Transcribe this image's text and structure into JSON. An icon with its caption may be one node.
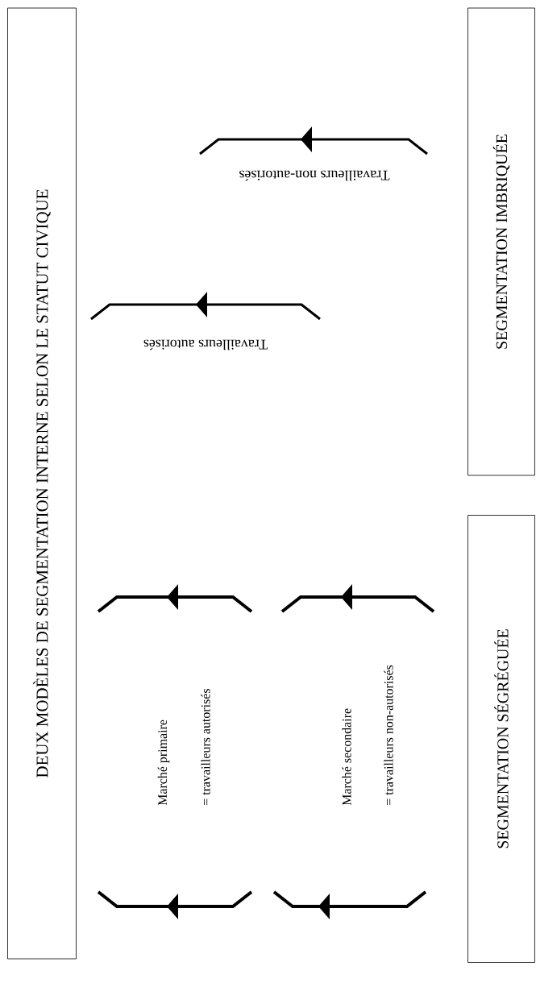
{
  "diagram": {
    "nodes": [
      {
        "text": [
          "DEUX MODÈLES DE SEGMENTATION INTERNE SELON LE STATUT CIVIQUE"
        ]
      },
      {
        "text": [
          "SEGMENTATION SÉGRÉGUÉE"
        ]
      },
      {
        "text": [
          "SEGMENTATION IMBRIQUÉE"
        ]
      }
    ],
    "labels": [
      "Marché primaire",
      "= travailleurs autorisés",
      "Marché secondaire",
      "= travailleurs non-autorisés",
      "Travailleurs autorisés",
      "Travailleurs non-autorisés"
    ]
  }
}
